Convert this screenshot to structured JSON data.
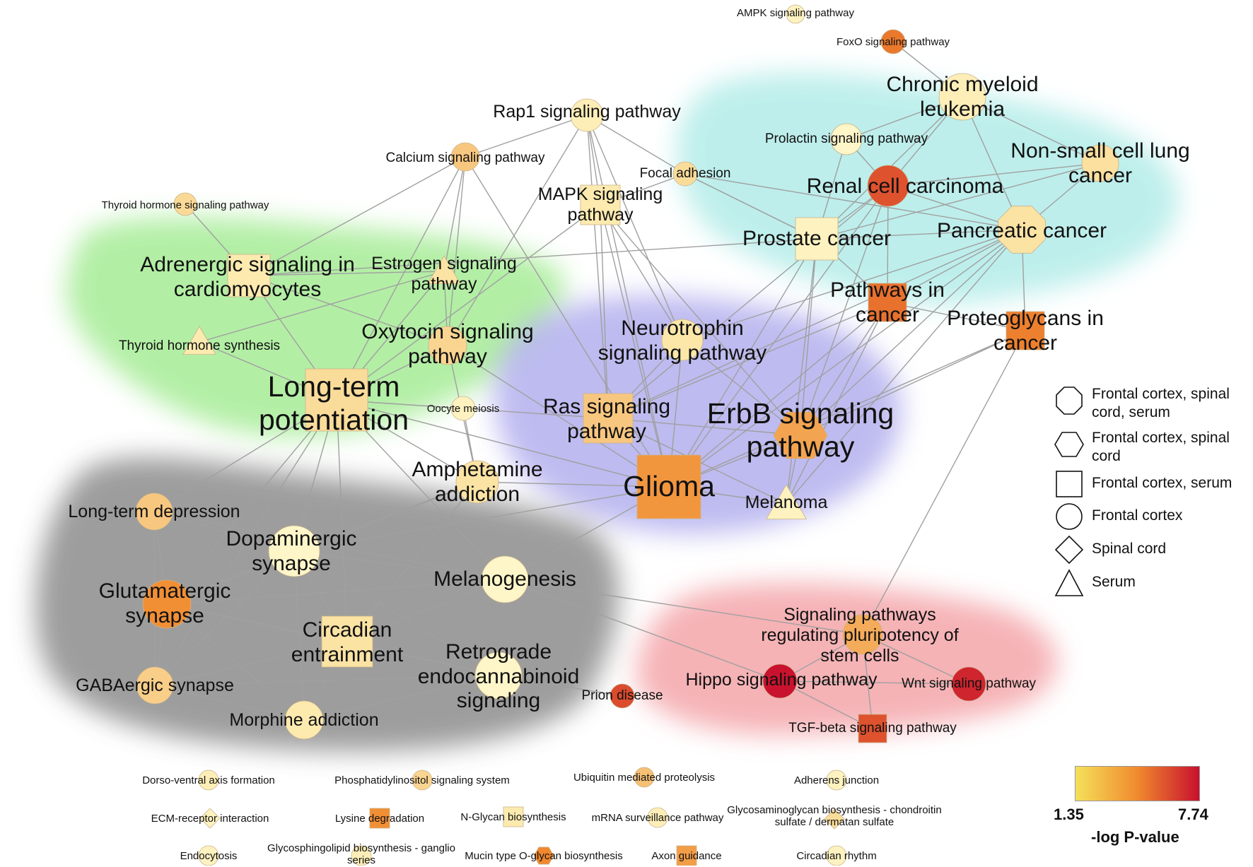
{
  "colors": {
    "scale_low": "#f5e05a",
    "scale_mid": "#f08a2e",
    "scale_high": "#c8102e",
    "edge": "#a0a0a0",
    "cluster_cancer": "#b2ece8",
    "cluster_cardio": "#a6ec96",
    "cluster_glioma": "#b3b0ee",
    "cluster_neuro": "#8c8c8c",
    "cluster_stem": "#f4a6aa"
  },
  "color_scale": {
    "min_label": "1.35",
    "max_label": "7.74",
    "title": "-log P-value"
  },
  "legend": [
    {
      "shape": "octagon",
      "label": "Frontal cortex, spinal cord, serum"
    },
    {
      "shape": "hexagon",
      "label": "Frontal cortex, spinal cord"
    },
    {
      "shape": "square",
      "label": "Frontal cortex, serum"
    },
    {
      "shape": "circle",
      "label": "Frontal cortex"
    },
    {
      "shape": "diamond",
      "label": "Spinal cord"
    },
    {
      "shape": "triangle",
      "label": "Serum"
    }
  ],
  "nodes": [
    {
      "id": "ampk",
      "label": "AMPK signaling pathway",
      "shape": "circle",
      "value": 1.6
    },
    {
      "id": "foxo",
      "label": "FoxO signaling pathway",
      "shape": "circle",
      "value": 5.0
    },
    {
      "id": "cml",
      "label": "Chronic myeloid leukemia",
      "shape": "circle",
      "value": 1.7
    },
    {
      "id": "rap1",
      "label": "Rap1 signaling pathway",
      "shape": "circle",
      "value": 1.7
    },
    {
      "id": "calcium",
      "label": "Calcium signaling pathway",
      "shape": "circle",
      "value": 2.8
    },
    {
      "id": "focal",
      "label": "Focal adhesion",
      "shape": "circle",
      "value": 2.2
    },
    {
      "id": "prolactin",
      "label": "Prolactin signaling pathway",
      "shape": "circle",
      "value": 1.5
    },
    {
      "id": "nsclc",
      "label": "Non-small cell lung cancer",
      "shape": "circle",
      "value": 2.1
    },
    {
      "id": "thyroidsig",
      "label": "Thyroid hormone signaling pathway",
      "shape": "circle",
      "value": 2.3
    },
    {
      "id": "mapk",
      "label": "MAPK signaling pathway",
      "shape": "square",
      "value": 1.8
    },
    {
      "id": "renal",
      "label": "Renal cell carcinoma",
      "shape": "circle",
      "value": 6.0
    },
    {
      "id": "prostate",
      "label": "Prostate cancer",
      "shape": "square",
      "value": 1.6
    },
    {
      "id": "pancreatic",
      "label": "Pancreatic cancer",
      "shape": "octagon",
      "value": 2.0
    },
    {
      "id": "adrenergic",
      "label": "Adrenergic signaling in cardiomyocytes",
      "shape": "square",
      "value": 1.8
    },
    {
      "id": "estrogen",
      "label": "Estrogen signaling pathway",
      "shape": "triangle",
      "value": 2.0
    },
    {
      "id": "pathcancer",
      "label": "Pathways in cancer",
      "shape": "square",
      "value": 5.2
    },
    {
      "id": "proteoglycans",
      "label": "Proteoglycans in cancer",
      "shape": "square",
      "value": 4.8
    },
    {
      "id": "thyroidsyn",
      "label": "Thyroid hormone synthesis",
      "shape": "triangle",
      "value": 1.8
    },
    {
      "id": "oxytocin",
      "label": "Oxytocin signaling pathway",
      "shape": "circle",
      "value": 2.4
    },
    {
      "id": "neurotrophin",
      "label": "Neurotrophin signaling pathway",
      "shape": "circle",
      "value": 1.9
    },
    {
      "id": "ltp",
      "label": "Long-term potentiation",
      "shape": "square",
      "value": 2.2
    },
    {
      "id": "oocyte",
      "label": "Oocyte meiosis",
      "shape": "circle",
      "value": 1.6
    },
    {
      "id": "ras",
      "label": "Ras signaling pathway",
      "shape": "square",
      "value": 2.8
    },
    {
      "id": "erbb",
      "label": "ErbB signaling pathway",
      "shape": "hexagon",
      "value": 3.8
    },
    {
      "id": "amphetamine",
      "label": "Amphetamine addiction",
      "shape": "circle",
      "value": 2.0
    },
    {
      "id": "glioma",
      "label": "Glioma",
      "shape": "square",
      "value": 4.2
    },
    {
      "id": "melanoma",
      "label": "Melanoma",
      "shape": "triangle",
      "value": 1.6
    },
    {
      "id": "ltd",
      "label": "Long-term depression",
      "shape": "circle",
      "value": 2.8
    },
    {
      "id": "dopaminergic",
      "label": "Dopaminergic synapse",
      "shape": "circle",
      "value": 1.5
    },
    {
      "id": "melanogenesis",
      "label": "Melanogenesis",
      "shape": "circle",
      "value": 1.5
    },
    {
      "id": "glutamatergic",
      "label": "Glutamatergic synapse",
      "shape": "circle",
      "value": 4.4
    },
    {
      "id": "circadian",
      "label": "Circadian entrainment",
      "shape": "square",
      "value": 2.0
    },
    {
      "id": "retrograde",
      "label": "Retrograde endocannabinoid signaling",
      "shape": "circle",
      "value": 1.5
    },
    {
      "id": "sigpluri",
      "label": "Signaling pathways regulating pluripotency of stem cells",
      "shape": "circle",
      "value": 3.6
    },
    {
      "id": "gabaergic",
      "label": "GABAergic synapse",
      "shape": "circle",
      "value": 2.6
    },
    {
      "id": "prion",
      "label": "Prion disease",
      "shape": "circle",
      "value": 6.2
    },
    {
      "id": "hippo",
      "label": "Hippo signaling pathway",
      "shape": "circle",
      "value": 7.7
    },
    {
      "id": "wnt",
      "label": "Wnt signaling pathway",
      "shape": "circle",
      "value": 7.2
    },
    {
      "id": "morphine",
      "label": "Morphine addiction",
      "shape": "circle",
      "value": 1.8
    },
    {
      "id": "tgfb",
      "label": "TGF-beta signaling pathway",
      "shape": "square",
      "value": 6.0
    },
    {
      "id": "dorso",
      "label": "Dorso-ventral axis formation",
      "shape": "circle",
      "value": 1.7
    },
    {
      "id": "phosph",
      "label": "Phosphatidylinositol signaling system",
      "shape": "circle",
      "value": 2.4
    },
    {
      "id": "ubiq",
      "label": "Ubiquitin mediated proteolysis",
      "shape": "circle",
      "value": 3.0
    },
    {
      "id": "adherens",
      "label": "Adherens junction",
      "shape": "circle",
      "value": 1.6
    },
    {
      "id": "ecm",
      "label": "ECM-receptor interaction",
      "shape": "diamond",
      "value": 1.6
    },
    {
      "id": "lysine",
      "label": "Lysine degradation",
      "shape": "square",
      "value": 4.4
    },
    {
      "id": "nglycan",
      "label": "N-Glycan biosynthesis",
      "shape": "square",
      "value": 1.8
    },
    {
      "id": "mrna",
      "label": "mRNA surveillance pathway",
      "shape": "circle",
      "value": 1.7
    },
    {
      "id": "glycosam",
      "label": "Glycosaminoglycan biosynthesis - chondroitin sulfate / dermatan sulfate",
      "shape": "diamond",
      "value": 2.2
    },
    {
      "id": "endocytosis",
      "label": "Endocytosis",
      "shape": "circle",
      "value": 1.6
    },
    {
      "id": "glycosph",
      "label": "Glycosphingolipid biosynthesis - ganglio series",
      "shape": "circle",
      "value": 1.7
    },
    {
      "id": "mucin",
      "label": "Mucin type O-glycan biosynthesis",
      "shape": "hexagon",
      "value": 4.6
    },
    {
      "id": "axon",
      "label": "Axon guidance",
      "shape": "square",
      "value": 4.0
    },
    {
      "id": "circrhythm",
      "label": "Circadian rhythm",
      "shape": "circle",
      "value": 1.6
    }
  ],
  "edges": [
    [
      "foxo",
      "cml"
    ],
    [
      "cml",
      "prolactin"
    ],
    [
      "cml",
      "nsclc"
    ],
    [
      "cml",
      "renal"
    ],
    [
      "cml",
      "pancreatic"
    ],
    [
      "cml",
      "prostate"
    ],
    [
      "prolactin",
      "renal"
    ],
    [
      "prolactin",
      "prostate"
    ],
    [
      "nsclc",
      "renal"
    ],
    [
      "nsclc",
      "pancreatic"
    ],
    [
      "nsclc",
      "prostate"
    ],
    [
      "renal",
      "pancreatic"
    ],
    [
      "renal",
      "prostate"
    ],
    [
      "renal",
      "pathcancer"
    ],
    [
      "renal",
      "glioma"
    ],
    [
      "renal",
      "erbb"
    ],
    [
      "renal",
      "ras"
    ],
    [
      "pancreatic",
      "prostate"
    ],
    [
      "pancreatic",
      "pathcancer"
    ],
    [
      "pancreatic",
      "proteoglycans"
    ],
    [
      "pancreatic",
      "glioma"
    ],
    [
      "pancreatic",
      "erbb"
    ],
    [
      "pancreatic",
      "melanoma"
    ],
    [
      "pancreatic",
      "neurotrophin"
    ],
    [
      "pancreatic",
      "ras"
    ],
    [
      "prostate",
      "pathcancer"
    ],
    [
      "prostate",
      "glioma"
    ],
    [
      "prostate",
      "erbb"
    ],
    [
      "prostate",
      "melanoma"
    ],
    [
      "prostate",
      "focal"
    ],
    [
      "prostate",
      "adrenergic"
    ],
    [
      "pathcancer",
      "glioma"
    ],
    [
      "pathcancer",
      "erbb"
    ],
    [
      "pathcancer",
      "ras"
    ],
    [
      "pathcancer",
      "melanoma"
    ],
    [
      "pathcancer",
      "proteoglycans"
    ],
    [
      "proteoglycans",
      "glioma"
    ],
    [
      "proteoglycans",
      "erbb"
    ],
    [
      "proteoglycans",
      "sigpluri"
    ],
    [
      "rap1",
      "calcium"
    ],
    [
      "rap1",
      "mapk"
    ],
    [
      "rap1",
      "focal"
    ],
    [
      "rap1",
      "ras"
    ],
    [
      "rap1",
      "neurotrophin"
    ],
    [
      "rap1",
      "glioma"
    ],
    [
      "rap1",
      "oxytocin"
    ],
    [
      "calcium",
      "adrenergic"
    ],
    [
      "calcium",
      "ltp"
    ],
    [
      "calcium",
      "glioma"
    ],
    [
      "calcium",
      "oxytocin"
    ],
    [
      "calcium",
      "estrogen"
    ],
    [
      "focal",
      "mapk"
    ],
    [
      "focal",
      "prostate"
    ],
    [
      "focal",
      "pancreatic"
    ],
    [
      "mapk",
      "ltp"
    ],
    [
      "mapk",
      "ras"
    ],
    [
      "mapk",
      "glioma"
    ],
    [
      "mapk",
      "neurotrophin"
    ],
    [
      "mapk",
      "erbb"
    ],
    [
      "thyroidsig",
      "adrenergic"
    ],
    [
      "adrenergic",
      "estrogen"
    ],
    [
      "adrenergic",
      "oxytocin"
    ],
    [
      "adrenergic",
      "ltp"
    ],
    [
      "estrogen",
      "oxytocin"
    ],
    [
      "estrogen",
      "ltp"
    ],
    [
      "estrogen",
      "thyroidsyn"
    ],
    [
      "thyroidsyn",
      "ltp"
    ],
    [
      "oxytocin",
      "ltp"
    ],
    [
      "oxytocin",
      "glioma"
    ],
    [
      "oxytocin",
      "amphetamine"
    ],
    [
      "neurotrophin",
      "ras"
    ],
    [
      "neurotrophin",
      "glioma"
    ],
    [
      "neurotrophin",
      "erbb"
    ],
    [
      "ltp",
      "ras"
    ],
    [
      "ltp",
      "glioma"
    ],
    [
      "ltp",
      "ltd"
    ],
    [
      "ltp",
      "dopaminergic"
    ],
    [
      "ltp",
      "glutamatergic"
    ],
    [
      "ltp",
      "circadian"
    ],
    [
      "ltp",
      "melanogenesis"
    ],
    [
      "ltp",
      "amphetamine"
    ],
    [
      "ltp",
      "oocyte"
    ],
    [
      "ltp",
      "gabaergic"
    ],
    [
      "oocyte",
      "amphetamine"
    ],
    [
      "ras",
      "glioma"
    ],
    [
      "ras",
      "erbb"
    ],
    [
      "ras",
      "melanoma"
    ],
    [
      "erbb",
      "glioma"
    ],
    [
      "erbb",
      "melanoma"
    ],
    [
      "glioma",
      "melanoma"
    ],
    [
      "glioma",
      "amphetamine"
    ],
    [
      "glioma",
      "melanogenesis"
    ],
    [
      "glioma",
      "dopaminergic"
    ],
    [
      "amphetamine",
      "dopaminergic"
    ],
    [
      "amphetamine",
      "circadian"
    ],
    [
      "amphetamine",
      "glutamatergic"
    ],
    [
      "ltd",
      "dopaminergic"
    ],
    [
      "ltd",
      "glutamatergic"
    ],
    [
      "ltd",
      "gabaergic"
    ],
    [
      "ltd",
      "melanogenesis"
    ],
    [
      "dopaminergic",
      "glutamatergic"
    ],
    [
      "dopaminergic",
      "circadian"
    ],
    [
      "dopaminergic",
      "melanogenesis"
    ],
    [
      "dopaminergic",
      "morphine"
    ],
    [
      "dopaminergic",
      "gabaergic"
    ],
    [
      "dopaminergic",
      "retrograde"
    ],
    [
      "melanogenesis",
      "circadian"
    ],
    [
      "melanogenesis",
      "sigpluri"
    ],
    [
      "melanogenesis",
      "glutamatergic"
    ],
    [
      "melanogenesis",
      "hippo"
    ],
    [
      "glutamatergic",
      "circadian"
    ],
    [
      "glutamatergic",
      "gabaergic"
    ],
    [
      "glutamatergic",
      "retrograde"
    ],
    [
      "glutamatergic",
      "morphine"
    ],
    [
      "circadian",
      "retrograde"
    ],
    [
      "circadian",
      "morphine"
    ],
    [
      "circadian",
      "gabaergic"
    ],
    [
      "retrograde",
      "gabaergic"
    ],
    [
      "retrograde",
      "morphine"
    ],
    [
      "retrograde",
      "prion"
    ],
    [
      "gabaergic",
      "morphine"
    ],
    [
      "sigpluri",
      "hippo"
    ],
    [
      "sigpluri",
      "wnt"
    ],
    [
      "sigpluri",
      "tgfb"
    ],
    [
      "hippo",
      "wnt"
    ],
    [
      "hippo",
      "tgfb"
    ]
  ]
}
